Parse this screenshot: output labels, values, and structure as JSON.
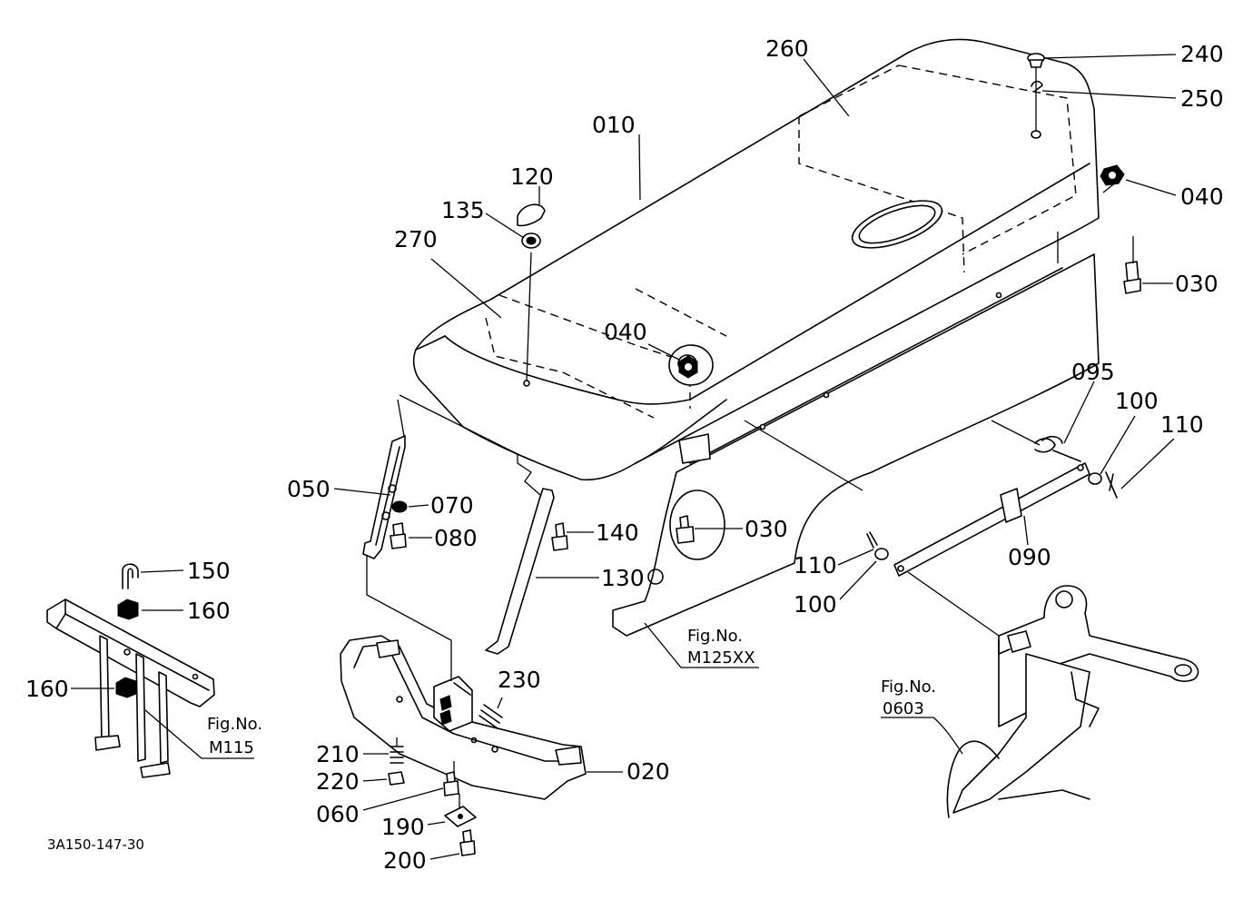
{
  "callouts": {
    "c260": "260",
    "c240": "240",
    "c250": "250",
    "c010": "010",
    "c120": "120",
    "c135": "135",
    "c040a": "040",
    "c040b": "040",
    "c270": "270",
    "c030a": "030",
    "c030b": "030",
    "c095": "095",
    "c100a": "100",
    "c100b": "100",
    "c110a": "110",
    "c110b": "110",
    "c050": "050",
    "c070": "070",
    "c080": "080",
    "c140": "140",
    "c090": "090",
    "c150": "150",
    "c160a": "160",
    "c160b": "160",
    "c130": "130",
    "c230": "230",
    "c210": "210",
    "c220": "220",
    "c060": "060",
    "c190": "190",
    "c200": "200",
    "c020": "020"
  },
  "figure_refs": {
    "m125xx": {
      "label": "Fig.No.",
      "number": "M125XX"
    },
    "m115": {
      "label": "Fig.No.",
      "number": "M115"
    },
    "f0603": {
      "label": "Fig.No.",
      "number": "0603"
    }
  },
  "drawing_code": "3A150-147-30"
}
